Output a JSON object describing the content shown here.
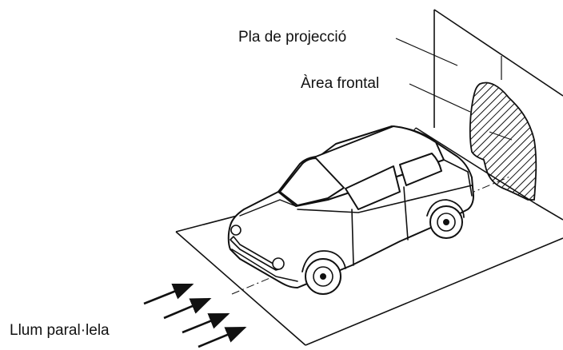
{
  "labels": {
    "projection_plane": "Pla de projecció",
    "frontal_area": "Àrea frontal",
    "parallel_light": "Llum paral·lela"
  },
  "colors": {
    "ink": "#111111",
    "background": "#ffffff"
  },
  "icons": [
    "car-illustration",
    "light-arrow",
    "shadow-hatch"
  ]
}
